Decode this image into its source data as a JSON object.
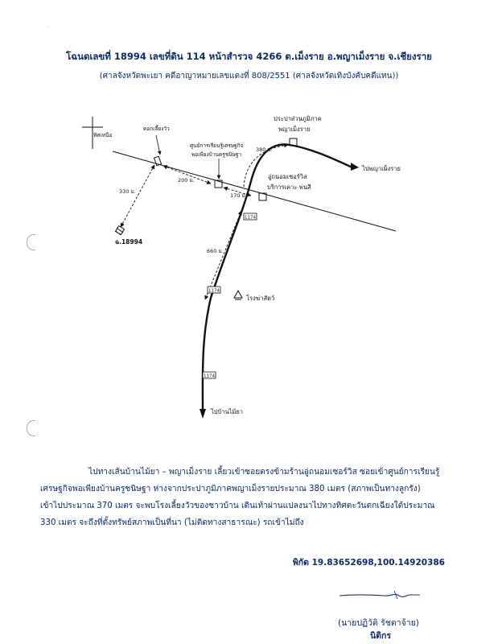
{
  "header": {
    "title": "โฉนดเลขที่ 18994 เลขที่ดิน 114 หน้าสำรวจ 4266 ต.เม็งราย อ.พญาเม็งราย จ.เชียงราย",
    "subtitle": "(ศาลจังหวัดพะเยา คดีอาญาหมายเลขแดงที่ 808/2551 (ศาลจังหวัดเทิงบังคับคดีแทน))"
  },
  "map": {
    "north_label": "ทิศเหนือ",
    "labels": {
      "cattle_pen": "คอกเลี้ยงวัว",
      "learning_center_1": "ศูนย์การเรียนรู้เศรษฐกิจ",
      "learning_center_2": "พอเพียงบ้านครูชนิษฐา",
      "water_supply_1": "ประปาส่วนภูมิภาค",
      "water_supply_2": "พญาเม็งราย",
      "garage_1": "อู่ถนอมเซอร์วิส",
      "garage_2": "บริการเคาะ พ่นสี",
      "to_phaya_mengrai": "ไปพญาเม็งราย",
      "slaughterhouse": "โรงฆ่าสัตว์",
      "to_ban_mai_ya": "ไปบ้านไม้ยา",
      "deed": "ฉ.18994",
      "road_1174": "1174"
    },
    "distances": {
      "d330": "330 ม.",
      "d200": "200 ม.",
      "d170": "170 ม.",
      "d380": "380 ม.",
      "d660": "660 ม."
    }
  },
  "description": [
    "ไปทางเส้นบ้านไม้ยา – พญาเม็งราย เลี้ยวเข้าซอยตรงข้ามร้านอู่ถนอมเซอร์วิส ซอยเข้าศูนย์การเรียนรู้",
    "เศรษฐกิจพอเพียงบ้านครูชนิษฐา ห่างจากประปาภูมิภาคพญาเม็งรายประมาณ 380 เมตร (สภาพเป็นทางลูกรัง)",
    "เข้าไปประมาณ 370 เมตร จะพบโรงเลี้ยงวัวของชาวบ้าน เดินเท้าผ่านแปลงนาไปทางทิศตะวันตกเฉียงใต้ประมาณ",
    "330 เมตร จะถึงที่ตั้งทรัพย์สภาพเป็นที่นา (ไม่ติดทางสาธารณะ) รถเข้าไม่ถึง"
  ],
  "coordinates": "พิกัด 19.83652698,100.14920386",
  "signature": {
    "name": "(นายปฏิวัติ  รัชตาจ้าย)",
    "position": "นิติกร"
  }
}
